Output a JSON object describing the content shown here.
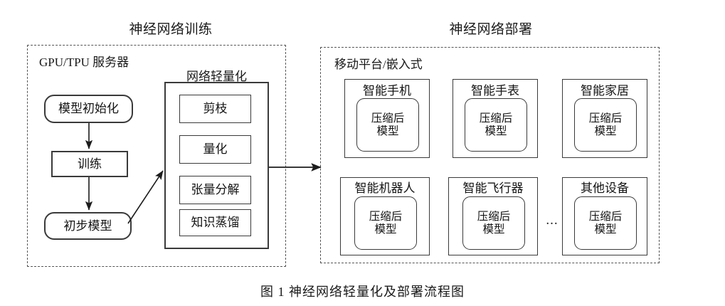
{
  "figure": {
    "caption": "图 1    神经网络轻量化及部署流程图"
  },
  "left_section": {
    "title": "神经网络训练",
    "panel_label": "GPU/TPU 服务器",
    "flow_steps": [
      {
        "label": "模型初始化",
        "shape": "rounded"
      },
      {
        "label": "训练",
        "shape": "rect"
      },
      {
        "label": "初步模型",
        "shape": "rounded"
      }
    ],
    "group": {
      "title": "网络轻量化",
      "items": [
        {
          "label": "剪枝"
        },
        {
          "label": "量化"
        },
        {
          "label": "张量分解"
        },
        {
          "label": "知识蒸馏"
        }
      ]
    }
  },
  "right_section": {
    "title": "神经网络部署",
    "panel_label": "移动平台/嵌入式",
    "ellipsis": "...",
    "model_label_line1": "压缩后",
    "model_label_line2": "模型",
    "devices_row1": [
      {
        "label": "智能手机"
      },
      {
        "label": "智能手表"
      },
      {
        "label": "智能家居"
      }
    ],
    "devices_row2": [
      {
        "label": "智能机器人"
      },
      {
        "label": "智能飞行器"
      },
      {
        "label": "其他设备"
      }
    ]
  },
  "colors": {
    "stroke": "#3a3a3a",
    "dashed": "#555555",
    "text": "#141414",
    "background": "#ffffff"
  }
}
